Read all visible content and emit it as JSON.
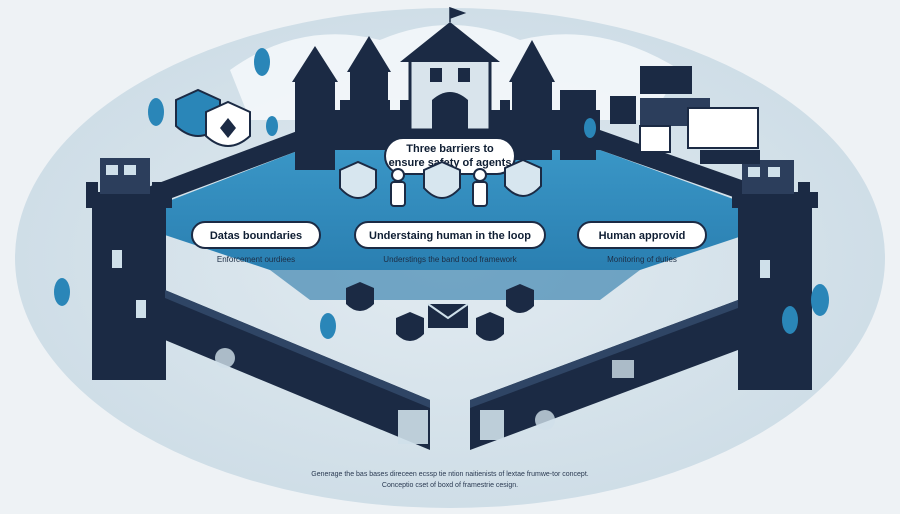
{
  "title": {
    "line1": "Three barriers to",
    "line2": "ensure safety of agents"
  },
  "sections": [
    {
      "label": "Datas boundaries",
      "caption": "Enforcement ourdiees"
    },
    {
      "label": "Understaing human in the loop",
      "caption": "Understings the band tood framework"
    },
    {
      "label": "Human approvid",
      "caption": "Monitoring of duties"
    }
  ],
  "footer": {
    "line1": "Generage the bas bases direceen ecssp tie ntion naitienists of lextae frumwe-tor concept.",
    "line2": "Conceptio cset of boxd of framestrie cesign."
  },
  "colors": {
    "accent": "#2a86b8",
    "dark": "#1b2a44",
    "light": "#e6edf2",
    "panel": "#cfe0ea"
  }
}
